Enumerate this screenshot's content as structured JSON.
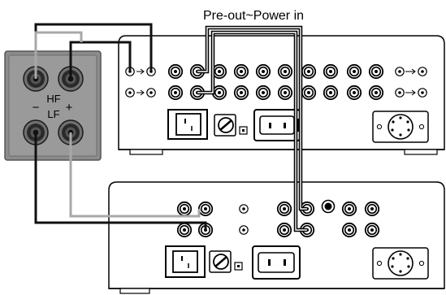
{
  "title": "Pre-out~Power in",
  "speaker_terminals": {
    "hf_label": "HF",
    "lf_label": "LF",
    "minus_label": "−",
    "plus_label": "+"
  },
  "colors": {
    "panel": "#ffffff",
    "outline": "#000000",
    "speaker_plate": "#8c8c8c",
    "cable_black": "#111111",
    "cable_gray": "#a8a8a8"
  }
}
